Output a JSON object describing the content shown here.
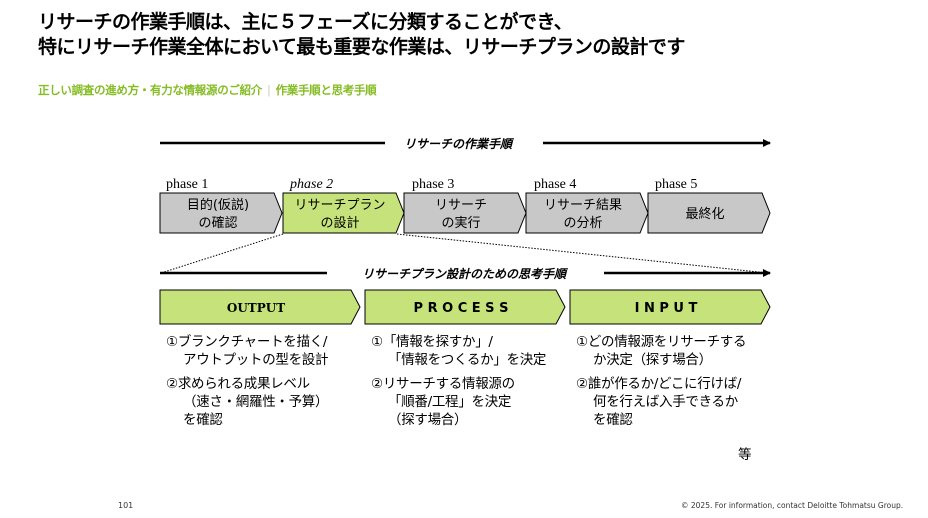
{
  "header": {
    "title_line1": "リサーチの作業手順は、主に５フェーズに分類することができ、",
    "title_line2": "特にリサーチ作業全体において最も重要な作業は、リサーチプランの設計です",
    "subtitle_left": "正しい調査の進め方・有力な情報源のご紹介",
    "subtitle_sep": "|",
    "subtitle_right": "作業手順と思考手順"
  },
  "research_flow": {
    "arrow_label": "リサーチの作業手順",
    "phases": [
      {
        "label": "phase 1",
        "line1": "目的(仮説)",
        "line2": "の確認",
        "highlighted": false
      },
      {
        "label": "phase 2",
        "line1": "リサーチプラン",
        "line2": "の設計",
        "highlighted": true
      },
      {
        "label": "phase 3",
        "line1": "リサーチ",
        "line2": "の実行",
        "highlighted": false
      },
      {
        "label": "phase 4",
        "line1": "リサーチ結果",
        "line2": "の分析",
        "highlighted": false
      },
      {
        "label": "phase 5",
        "line1": "最終化",
        "line2": "",
        "highlighted": false
      }
    ]
  },
  "thinking_flow": {
    "arrow_label": "リサーチプラン設計のための思考手順",
    "steps": [
      {
        "label": "OUTPUT",
        "items": [
          {
            "num": "①",
            "line1": "ブランクチャートを描く/",
            "line2": "アウトプットの型を設計"
          },
          {
            "num": "②",
            "line1": "求められる成果レベル",
            "line2": "（速さ・網羅性・予算）",
            "line3": "を確認"
          }
        ]
      },
      {
        "label": "P R O C E S S",
        "items": [
          {
            "num": "①",
            "line1": "「情報を探すか」/",
            "line2": "「情報をつくるか」を決定"
          },
          {
            "num": "②",
            "line1": "リサーチする情報源の",
            "line2": "「順番/工程」を決定",
            "line3": "（探す場合）"
          }
        ]
      },
      {
        "label": "I N P U T",
        "items": [
          {
            "num": "①",
            "line1": "どの情報源をリサーチする",
            "line2": "か決定（探す場合）"
          },
          {
            "num": "②",
            "line1": "誰が作るか/どこに行けば/",
            "line2": "何を行えば入手できるか",
            "line3": "を確認"
          }
        ]
      }
    ],
    "etc": "等"
  },
  "footer": {
    "page_number": "101",
    "copyright": "© 2025. For information, contact Deloitte Tohmatsu Group."
  },
  "colors": {
    "accent_green": "#86bc25",
    "chevron_green": "#c5e37a",
    "chevron_gray": "#c8c8c8"
  }
}
